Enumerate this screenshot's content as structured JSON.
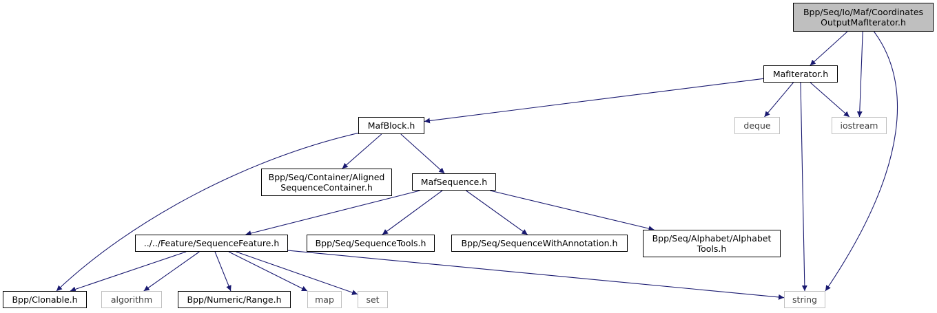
{
  "diagram": {
    "nodes": [
      {
        "id": "root",
        "lines": [
          "Bpp/Seq/Io/Maf/Coordinates",
          "OutputMafIterator.h"
        ],
        "kind": "root"
      },
      {
        "id": "mafiter",
        "lines": [
          "MafIterator.h"
        ],
        "kind": "local"
      },
      {
        "id": "mafblock",
        "lines": [
          "MafBlock.h"
        ],
        "kind": "local"
      },
      {
        "id": "deque",
        "lines": [
          "deque"
        ],
        "kind": "external"
      },
      {
        "id": "iostream",
        "lines": [
          "iostream"
        ],
        "kind": "external"
      },
      {
        "id": "aligned",
        "lines": [
          "Bpp/Seq/Container/Aligned",
          "SequenceContainer.h"
        ],
        "kind": "local"
      },
      {
        "id": "mafseq",
        "lines": [
          "MafSequence.h"
        ],
        "kind": "local"
      },
      {
        "id": "seqfeature",
        "lines": [
          "../../Feature/SequenceFeature.h"
        ],
        "kind": "local"
      },
      {
        "id": "seqtools",
        "lines": [
          "Bpp/Seq/SequenceTools.h"
        ],
        "kind": "local"
      },
      {
        "id": "seqannot",
        "lines": [
          "Bpp/Seq/SequenceWithAnnotation.h"
        ],
        "kind": "local"
      },
      {
        "id": "alphtools",
        "lines": [
          "Bpp/Seq/Alphabet/Alphabet",
          "Tools.h"
        ],
        "kind": "local"
      },
      {
        "id": "clonable",
        "lines": [
          "Bpp/Clonable.h"
        ],
        "kind": "local"
      },
      {
        "id": "algorithm",
        "lines": [
          "algorithm"
        ],
        "kind": "external"
      },
      {
        "id": "range",
        "lines": [
          "Bpp/Numeric/Range.h"
        ],
        "kind": "local"
      },
      {
        "id": "map",
        "lines": [
          "map"
        ],
        "kind": "external"
      },
      {
        "id": "set",
        "lines": [
          "set"
        ],
        "kind": "external"
      },
      {
        "id": "string",
        "lines": [
          "string"
        ],
        "kind": "external"
      }
    ],
    "edges": [
      [
        "root",
        "mafiter"
      ],
      [
        "root",
        "iostream"
      ],
      [
        "root",
        "string"
      ],
      [
        "mafiter",
        "mafblock"
      ],
      [
        "mafiter",
        "deque"
      ],
      [
        "mafiter",
        "iostream"
      ],
      [
        "mafiter",
        "string"
      ],
      [
        "mafblock",
        "clonable"
      ],
      [
        "mafblock",
        "aligned"
      ],
      [
        "mafblock",
        "mafseq"
      ],
      [
        "mafseq",
        "seqfeature"
      ],
      [
        "mafseq",
        "seqtools"
      ],
      [
        "mafseq",
        "seqannot"
      ],
      [
        "mafseq",
        "alphtools"
      ],
      [
        "seqfeature",
        "clonable"
      ],
      [
        "seqfeature",
        "algorithm"
      ],
      [
        "seqfeature",
        "range"
      ],
      [
        "seqfeature",
        "map"
      ],
      [
        "seqfeature",
        "set"
      ],
      [
        "seqfeature",
        "string"
      ]
    ],
    "colors": {
      "edge": "#191970",
      "external_border": "#bfbfbf",
      "root_fill": "#bfbfbf"
    }
  }
}
